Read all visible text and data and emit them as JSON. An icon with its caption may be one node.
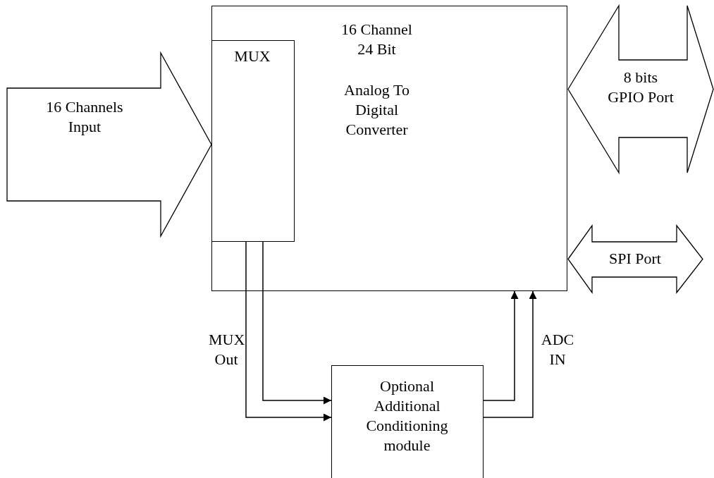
{
  "diagram": {
    "nodes": [
      {
        "text": [
          "16 Channel 24 Bit",
          "Analog To Digital Converter"
        ]
      },
      {
        "text": [
          "MUX"
        ],
        "in": 0
      },
      {
        "text": [
          "16 Channels Input"
        ]
      },
      {
        "text": [
          "8 bits GPIO Port"
        ]
      },
      {
        "text": [
          "SPI Port"
        ]
      },
      {
        "text": [
          "Optional Additional Conditioning module"
        ]
      }
    ],
    "edges": [
      {
        "from": 1,
        "to": 5,
        "arrow": "to"
      },
      {
        "from": 1,
        "to": 5,
        "arrow": "to"
      },
      {
        "from": 5,
        "to": 0,
        "arrow": "to"
      },
      {
        "from": 5,
        "to": 0,
        "arrow": "to"
      }
    ],
    "labels": [
      "MUX Out",
      "ADC IN"
    ]
  }
}
